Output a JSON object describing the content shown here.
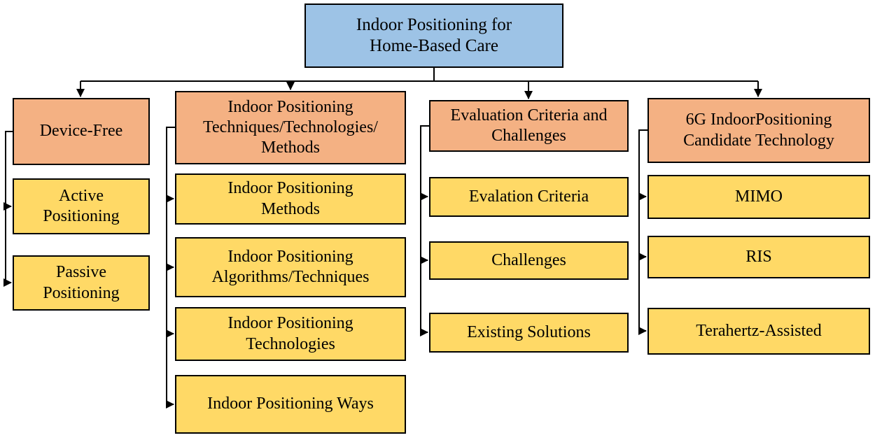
{
  "figure": {
    "title": "Indoor Positioning for Home-Based Care taxonomy diagram",
    "root": {
      "label": "Indoor Positioning for\nHome-Based Care"
    },
    "columns": [
      {
        "header": "Device-Free",
        "children": [
          "Active\nPositioning",
          "Passive\nPositioning"
        ]
      },
      {
        "header": "Indoor Positioning\nTechniques/Technologies/\nMethods",
        "children": [
          "Indoor Positioning\nMethods",
          "Indoor Positioning\nAlgorithms/Techniques",
          "Indoor Positioning\nTechnologies",
          "Indoor Positioning Ways"
        ]
      },
      {
        "header": "Evaluation Criteria and\nChallenges",
        "children": [
          "Evalation Criteria",
          "Challenges",
          "Existing Solutions"
        ]
      },
      {
        "header": "6G IndoorPositioning\nCandidate Technology",
        "children": [
          "MIMO",
          "RIS",
          "Terahertz-Assisted"
        ]
      }
    ]
  },
  "palette": {
    "root_fill": "#9DC3E6",
    "header_fill": "#F4B183",
    "child_fill": "#FFD966",
    "border": "#000000",
    "connector": "#000000",
    "text": "#000000",
    "background": "#FFFFFF"
  }
}
